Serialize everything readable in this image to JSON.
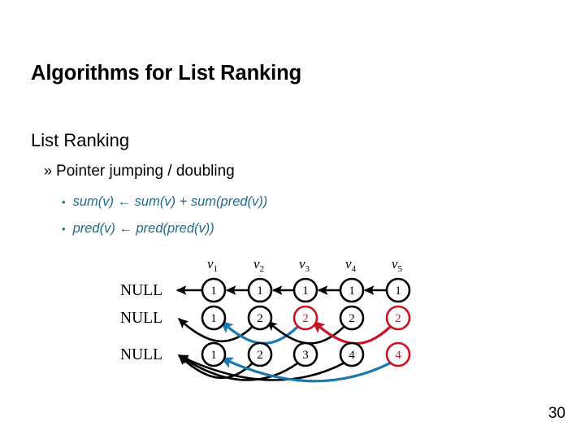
{
  "slide": {
    "title": "Algorithms for List Ranking",
    "page_number": "30",
    "heading": "List Ranking",
    "bullet": {
      "marker": "»",
      "text": "Pointer jumping / doubling"
    },
    "sub_bullets": [
      {
        "marker": "•",
        "text": "sum(v) ← sum(v) + sum(pred(v))"
      },
      {
        "marker": "•",
        "text": "pred(v) ← pred(pred(v))"
      }
    ],
    "colors": {
      "formula_blue": "#1F6C8C",
      "arrow_blue": "#1978AE",
      "accent_red": "#CC1122",
      "default_black": "#000000"
    }
  },
  "diagram": {
    "type": "pointer-jumping-trace",
    "null_labels": [
      "NULL",
      "NULL",
      "NULL"
    ],
    "column_headers": [
      {
        "name": "v",
        "sub": "1"
      },
      {
        "name": "v",
        "sub": "2"
      },
      {
        "name": "v",
        "sub": "3"
      },
      {
        "name": "v",
        "sub": "4"
      },
      {
        "name": "v",
        "sub": "5"
      }
    ],
    "rows": [
      {
        "label": "NULL",
        "nodes": [
          {
            "value": "1",
            "color": "black"
          },
          {
            "value": "1",
            "color": "black"
          },
          {
            "value": "1",
            "color": "black"
          },
          {
            "value": "1",
            "color": "black"
          },
          {
            "value": "1",
            "color": "black"
          }
        ],
        "edges": [
          {
            "from": "v1",
            "to": "NULL",
            "color": "black"
          },
          {
            "from": "v2",
            "to": "v1",
            "color": "black"
          },
          {
            "from": "v3",
            "to": "v2",
            "color": "black"
          },
          {
            "from": "v4",
            "to": "v3",
            "color": "black"
          },
          {
            "from": "v5",
            "to": "v4",
            "color": "black"
          }
        ]
      },
      {
        "label": "NULL",
        "nodes": [
          {
            "value": "1",
            "color": "black"
          },
          {
            "value": "2",
            "color": "black"
          },
          {
            "value": "2",
            "color": "red"
          },
          {
            "value": "2",
            "color": "black"
          },
          {
            "value": "2",
            "color": "red"
          }
        ],
        "edges": [
          {
            "from": "v2",
            "to": "NULL",
            "color": "black"
          },
          {
            "from": "v3",
            "to": "v1",
            "color": "blue"
          },
          {
            "from": "v4",
            "to": "v2",
            "color": "black"
          },
          {
            "from": "v5",
            "to": "v3",
            "color": "red"
          }
        ]
      },
      {
        "label": "NULL",
        "nodes": [
          {
            "value": "1",
            "color": "black"
          },
          {
            "value": "2",
            "color": "black"
          },
          {
            "value": "3",
            "color": "black"
          },
          {
            "value": "4",
            "color": "black"
          },
          {
            "value": "4",
            "color": "red"
          }
        ],
        "edges": [
          {
            "from": "v2",
            "to": "NULL",
            "color": "black"
          },
          {
            "from": "v3",
            "to": "NULL",
            "color": "black"
          },
          {
            "from": "v4",
            "to": "NULL",
            "color": "black"
          },
          {
            "from": "v5",
            "to": "v1",
            "color": "blue"
          }
        ]
      }
    ]
  }
}
